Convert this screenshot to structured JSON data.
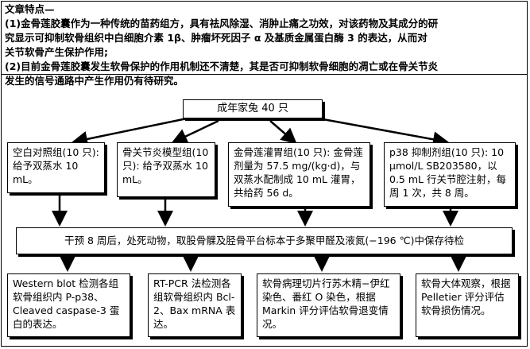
{
  "features": {
    "title": "文章特点—",
    "lines": [
      "(1)金骨莲胶囊作为一种传统的苗药组方，具有祛风除湿、消肿止痛之功效，对该药物及其成分的研",
      "究显示可抑制软骨组织中白细胞介素 1β、肿瘤坏死因子 α 及基质金属蛋白酶 3 的表达，从而对",
      "关节软骨产生保护作用;",
      "(2)目前金骨莲胶囊发生软骨保护的作用机制还不清楚，其是否可抑制软骨细胞的凋亡或在骨关节炎",
      "发生的信号通路中产生作用仍有待研究。"
    ]
  },
  "diagram": {
    "top_box": "成年家兔 40 只",
    "groups": [
      "空白对照组(10 只): 给予双蒸水 10 mL。",
      "骨关节炎模型组(10 只): 给予双蒸水 10 mL。",
      "金骨莲灌胃组(10 只): 金骨莲剂量为 57.5 mg/(kg·d)，与双蒸水配制成 10 mL 灌胃，共给药 56 d。",
      "p38 抑制剂组(10 只): 10 μmol/L SB203580，以 0.5 mL 行关节腔注射，每周 1 次，共 8 周。"
    ],
    "intervention": "干预 8 周后，处死动物，取股骨髁及胫骨平台标本于多聚甲醛及液氮(−196 ℃)中保存待检",
    "methods": [
      "Western blot 检测各组软骨组织内 P-p38、Cleaved caspase-3 蛋白的表达。",
      "RT-PCR 法检测各组软骨组织内 Bcl-2、Bax mRNA 表达。",
      "软骨病理切片行苏木精−伊红染色、番红 O 染色，根据 Markin 评分评估软骨退变情况。",
      "软骨大体观察，根据 Pelletier 评分评估软骨损伤情况。"
    ]
  }
}
